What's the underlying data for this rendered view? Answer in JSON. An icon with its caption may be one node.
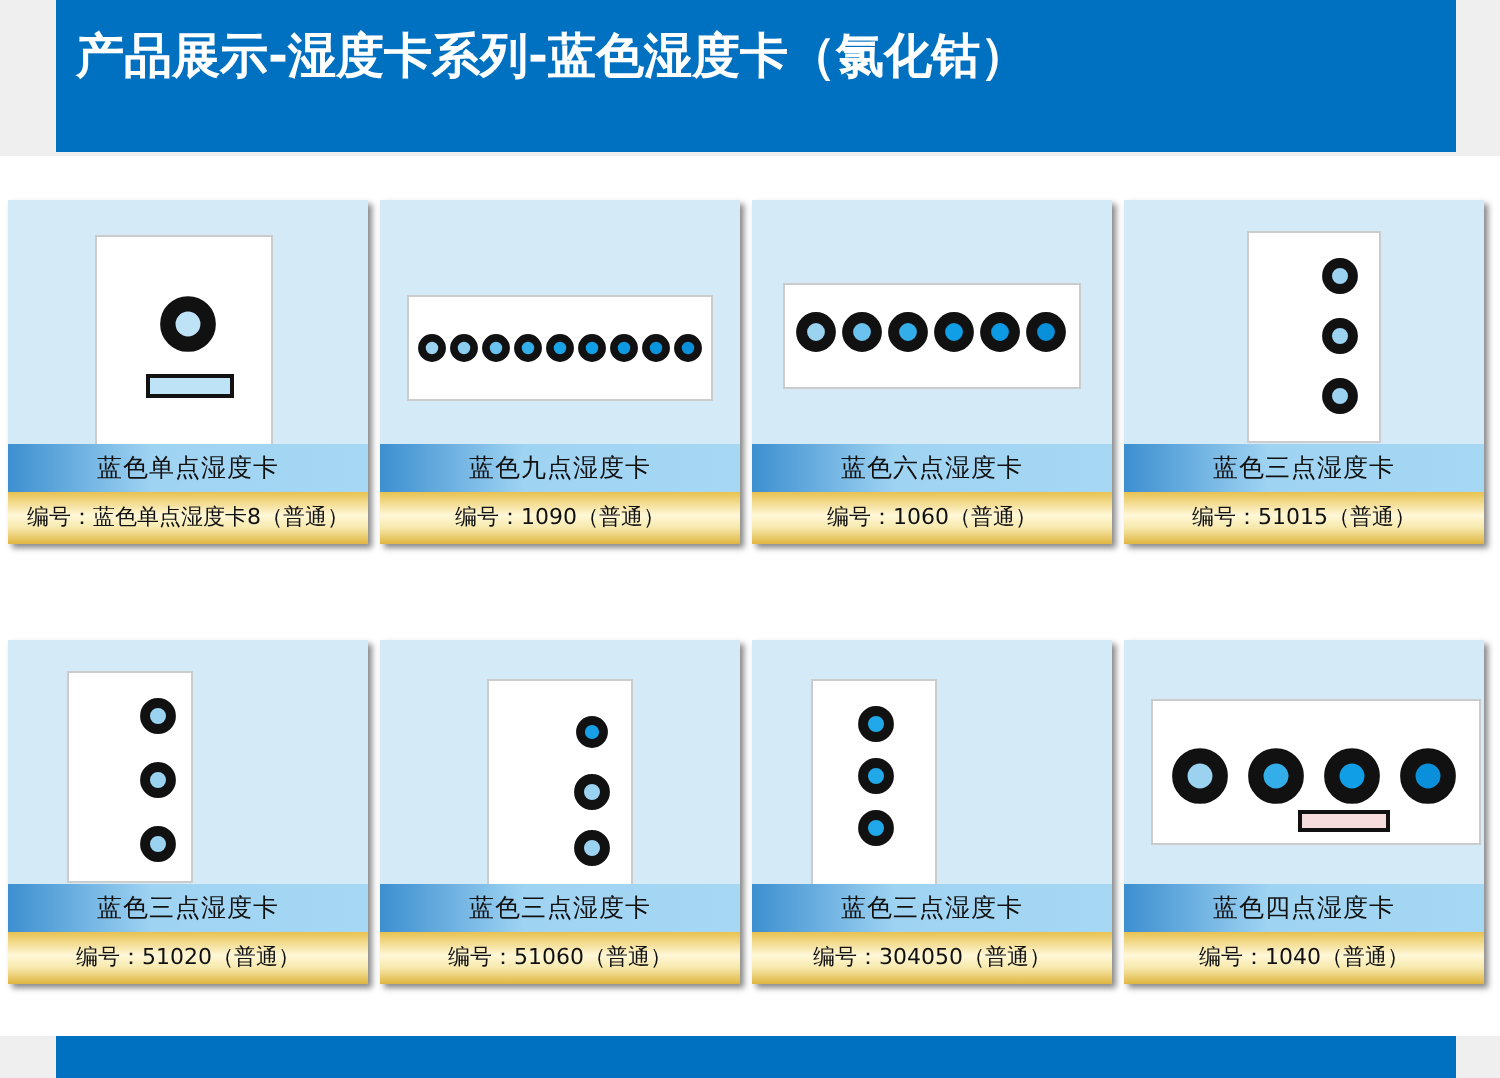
{
  "diagram": {
    "title": "产品展示-湿度卡系列-蓝色湿度卡（氯化钴）",
    "nodes": [
      {
        "text": [
          "蓝色单点湿度卡",
          "编号：蓝色单点湿度卡8（普通）"
        ]
      },
      {
        "text": [
          "蓝色九点湿度卡",
          "编号：1090（普通）"
        ]
      },
      {
        "text": [
          "蓝色六点湿度卡",
          "编号：1060（普通）"
        ]
      },
      {
        "text": [
          "蓝色三点湿度卡",
          "编号：51015（普通）"
        ]
      },
      {
        "text": [
          "蓝色三点湿度卡",
          "编号：51020（普通）"
        ]
      },
      {
        "text": [
          "蓝色三点湿度卡",
          "编号：51060（普通）"
        ]
      },
      {
        "text": [
          "蓝色三点湿度卡",
          "编号：304050（普通）"
        ]
      },
      {
        "text": [
          "蓝色四点湿度卡",
          "编号：1040（普通）"
        ]
      }
    ]
  }
}
